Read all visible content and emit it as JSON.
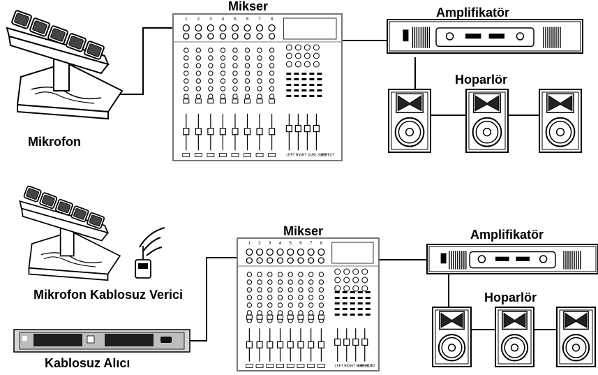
{
  "top": {
    "mixer_label": "Mikser",
    "amp_label": "Amplifikatör",
    "speakers_label": "Hoparlör",
    "mic_label": "Mikrofon"
  },
  "bottom": {
    "mixer_label": "Mikser",
    "amp_label": "Amplifikatör",
    "speakers_label": "Hoparlör",
    "mic_transmitter_label": "Mikrofon Kablosuz Verici",
    "receiver_label": "Kablosuz Alıcı"
  },
  "mixer_panel": {
    "channel_numbers": [
      "1",
      "2",
      "3",
      "4",
      "5",
      "6",
      "7",
      "8"
    ],
    "bus_labels": [
      "LEFT",
      "RIGHT",
      "SUB1",
      "SUB2"
    ],
    "effect_label": "EFFECT"
  }
}
